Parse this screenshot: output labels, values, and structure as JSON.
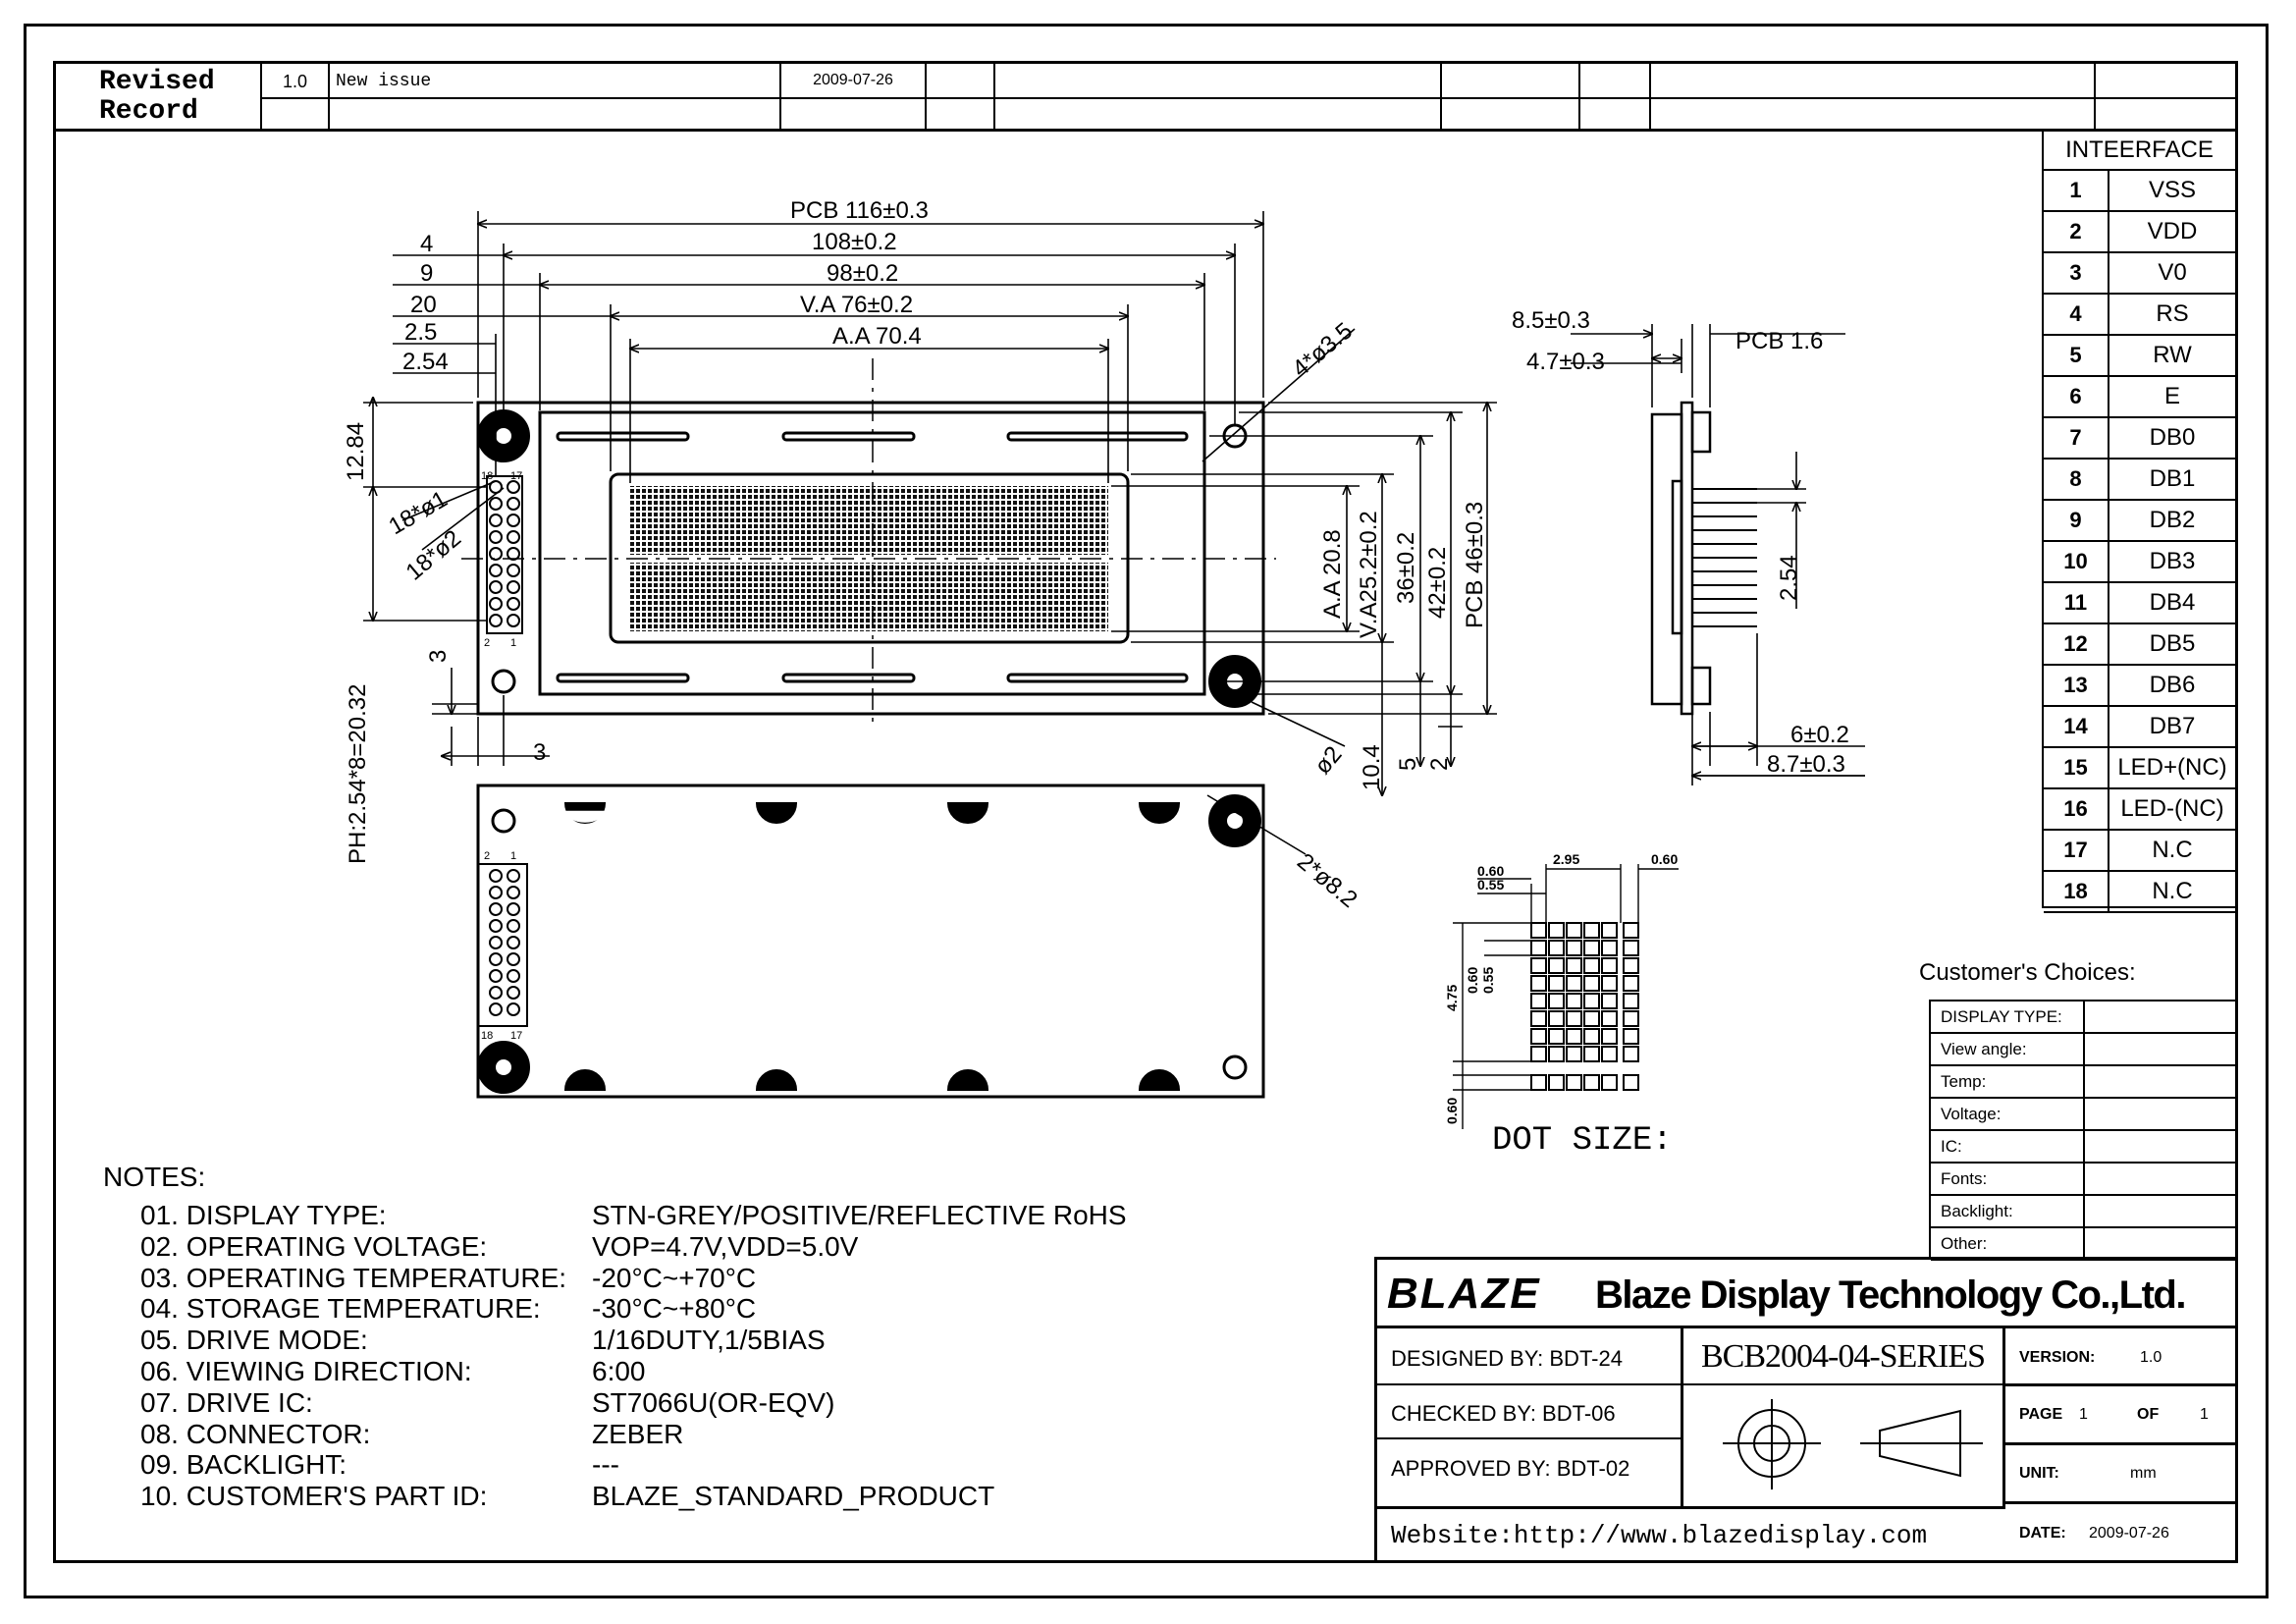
{
  "revision": {
    "title_line1": "Revised",
    "title_line2": "Record",
    "version": "1.0",
    "description": "New issue",
    "date": "2009-07-26"
  },
  "drawing": {
    "pcb_width": "PCB 116±0.3",
    "dim_108": "108±0.2",
    "dim_98": "98±0.2",
    "va_width": "V.A 76±0.2",
    "aa_width": "A.A 70.4",
    "d4": "4",
    "d9": "9",
    "d20": "20",
    "d25": "2.5",
    "d254": "2.54",
    "d1284": "12.84",
    "hole_35": "4*ø3.5",
    "pin_hole1": "18*ø1",
    "pin_hole2": "18*ø2",
    "aa_height": "A.A 20.8",
    "va_height": "V.A25.2±0.2",
    "d36": "36±0.2",
    "d42": "42±0.2",
    "pcb_height": "PCB 46±0.3",
    "d3_left": "3",
    "d3_bottom": "3",
    "pitch": "PH:2.54*8=20.32",
    "hole_2": "ø2",
    "d104": "10.4",
    "d5": "5",
    "d2": "2",
    "hole_82": "2*ø8.2",
    "pin_18": "18",
    "pin_17": "17",
    "pin_2": "2",
    "pin_1": "1",
    "side_85": "8.5±0.3",
    "side_47": "4.7±0.3",
    "side_pcb": "PCB 1.6",
    "side_254": "2.54",
    "side_6": "6±0.2",
    "side_87": "8.7±0.3",
    "dot_060a": "0.60",
    "dot_055a": "0.55",
    "dot_295": "2.95",
    "dot_060b": "0.60",
    "dot_475": "4.75",
    "dot_060c": "0.60",
    "dot_055b": "0.55",
    "dot_060d": "0.60",
    "dot_title": "DOT SIZE:"
  },
  "interface": {
    "title": "INTEERFACE",
    "pins": [
      {
        "n": "1",
        "s": "VSS"
      },
      {
        "n": "2",
        "s": "VDD"
      },
      {
        "n": "3",
        "s": "V0"
      },
      {
        "n": "4",
        "s": "RS"
      },
      {
        "n": "5",
        "s": "RW"
      },
      {
        "n": "6",
        "s": "E"
      },
      {
        "n": "7",
        "s": "DB0"
      },
      {
        "n": "8",
        "s": "DB1"
      },
      {
        "n": "9",
        "s": "DB2"
      },
      {
        "n": "10",
        "s": "DB3"
      },
      {
        "n": "11",
        "s": "DB4"
      },
      {
        "n": "12",
        "s": "DB5"
      },
      {
        "n": "13",
        "s": "DB6"
      },
      {
        "n": "14",
        "s": "DB7"
      },
      {
        "n": "15",
        "s": "LED+(NC)"
      },
      {
        "n": "16",
        "s": "LED-(NC)"
      },
      {
        "n": "17",
        "s": "N.C"
      },
      {
        "n": "18",
        "s": "N.C"
      }
    ]
  },
  "customer": {
    "title": "Customer's  Choices:",
    "rows": [
      "DISPLAY TYPE:",
      "View angle:",
      "Temp:",
      "Voltage:",
      "IC:",
      "Fonts:",
      "Backlight:",
      "Other:"
    ]
  },
  "notes": {
    "title": "NOTES:",
    "items": [
      {
        "label": "01.  DISPLAY  TYPE:",
        "value": "STN-GREY/POSITIVE/REFLECTIVE RoHS"
      },
      {
        "label": "02.  OPERATING  VOLTAGE:",
        "value": "VOP=4.7V,VDD=5.0V"
      },
      {
        "label": "03.  OPERATING  TEMPERATURE:",
        "value": "-20°C~+70°C"
      },
      {
        "label": "04.  STORAGE  TEMPERATURE:",
        "value": "-30°C~+80°C"
      },
      {
        "label": "05.  DRIVE  MODE:",
        "value": "1/16DUTY,1/5BIAS"
      },
      {
        "label": "06.  VIEWING  DIRECTION:",
        "value": "6:00"
      },
      {
        "label": "07.  DRIVE  IC:",
        "value": "ST7066U(OR-EQV)"
      },
      {
        "label": "08.  CONNECTOR:",
        "value": "ZEBER"
      },
      {
        "label": "09.  BACKLIGHT:",
        "value": "---"
      },
      {
        "label": "10.  CUSTOMER'S  PART  ID:",
        "value": "BLAZE_STANDARD_PRODUCT"
      }
    ]
  },
  "titleblock": {
    "logo_text": "BLAZE",
    "company": "Blaze Display Technology Co.,Ltd.",
    "designed": "DESIGNED  BY:  BDT-24",
    "checked": "CHECKED  BY:  BDT-06",
    "approved": "APPROVED  BY: BDT-02",
    "website": "Website:http://www.blazedisplay.com",
    "part_no": "BCB2004-04-SERIES",
    "version_label": "VERSION:",
    "version_value": "1.0",
    "page_label": "PAGE",
    "page_value": "1",
    "of_label": "OF",
    "of_value": "1",
    "unit_label": "UNIT:",
    "unit_value": "mm",
    "date_label": "DATE:",
    "date_value": "2009-07-26"
  }
}
